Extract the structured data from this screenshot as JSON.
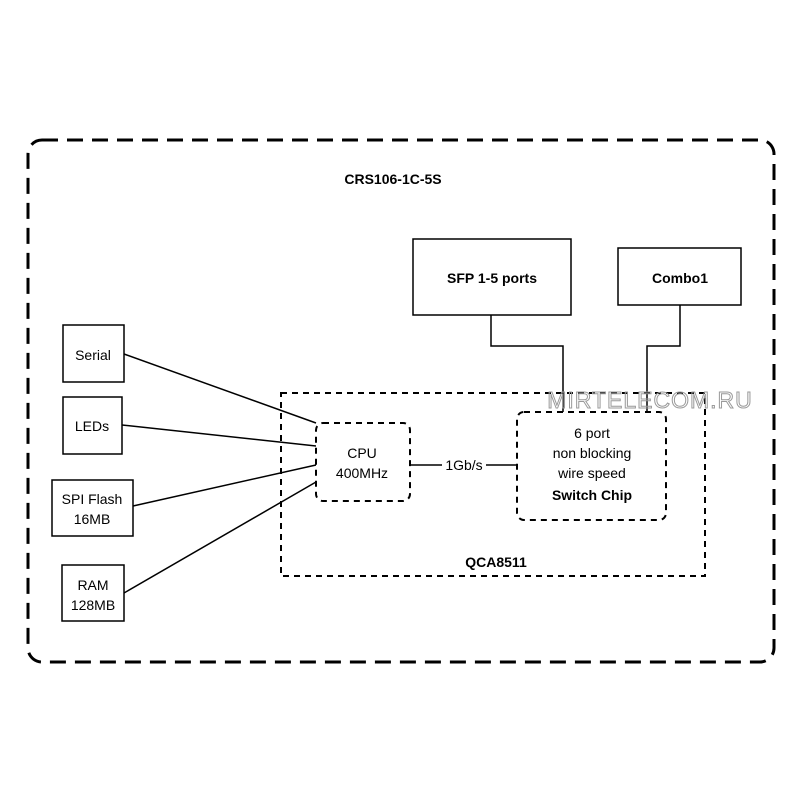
{
  "device": {
    "title": "CRS106-1C-5S"
  },
  "soc": {
    "label": "QCA8511"
  },
  "peripherals": {
    "serial": "Serial",
    "leds": "LEDs",
    "spi_flash": [
      "SPI Flash",
      "16MB"
    ],
    "ram": [
      "RAM",
      "128MB"
    ]
  },
  "cpu": {
    "lines": [
      "CPU",
      "400MHz"
    ]
  },
  "link": {
    "label": "1Gb/s"
  },
  "switch": {
    "lines": [
      "6 port",
      "non blocking",
      "wire speed"
    ],
    "name": "Switch Chip"
  },
  "ports": {
    "sfp": "SFP 1-5 ports",
    "combo": "Combo1"
  },
  "watermark": "MIRTELECOM.RU"
}
